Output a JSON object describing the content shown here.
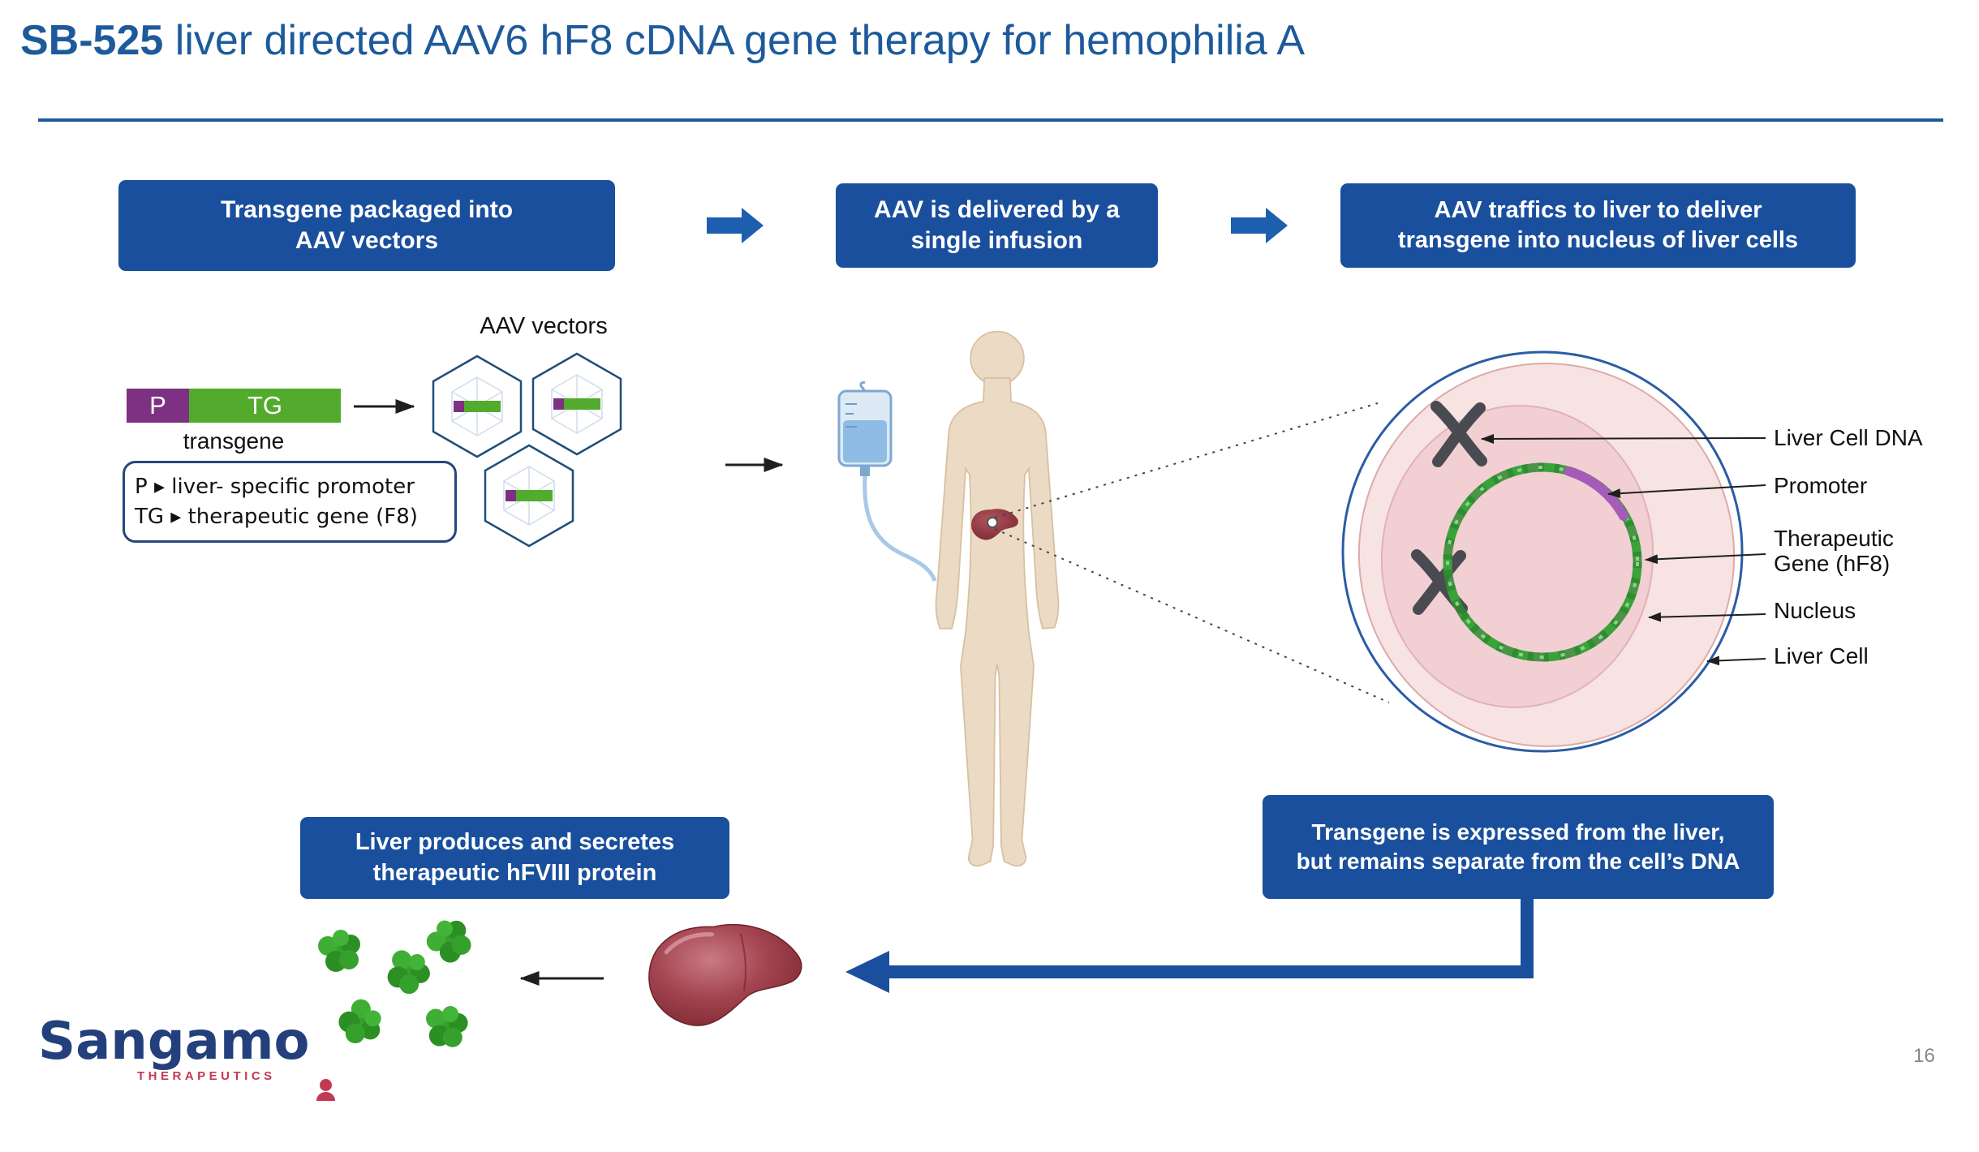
{
  "title": {
    "bold": "SB-525",
    "rest": " liver directed AAV6 hF8 cDNA gene therapy for hemophilia A"
  },
  "steps": [
    {
      "label": "Transgene packaged into\nAAV vectors"
    },
    {
      "label": "AAV is delivered by a\nsingle infusion"
    },
    {
      "label": "AAV traffics to liver to deliver\ntransgene into nucleus of liver cells"
    }
  ],
  "transgene": {
    "aav_vectors_label": "AAV vectors",
    "p": "P",
    "tg": "TG",
    "caption": "transgene",
    "legend": [
      "P ▸ liver- specific promoter",
      "TG ▸ therapeutic gene (F8)"
    ]
  },
  "cell": {
    "labels": [
      "Liver Cell DNA",
      "Promoter",
      "Therapeutic\nGene (hF8)",
      "Nucleus",
      "Liver Cell"
    ]
  },
  "results": {
    "expression": "Transgene is expressed from the liver,\nbut remains separate from the cell’s DNA",
    "production": "Liver produces and secretes\ntherapeutic hFVIII protein"
  },
  "footer": {
    "logo_text": "Sangamo",
    "logo_sub": "THERAPEUTICS",
    "page": "16"
  },
  "colors": {
    "title_blue": "#1d5a9b",
    "box_blue": "#1a4f9e",
    "arrow_blue": "#1d5fae",
    "promoter_purple": "#7d3182",
    "gene_green": "#52ab2c",
    "cell_pink": "#f7e3e1",
    "nucleus_pink": "#f1cfd3",
    "liver_red": "#7a2830",
    "logo_blue": "#24407c",
    "logo_red": "#c23a52"
  }
}
